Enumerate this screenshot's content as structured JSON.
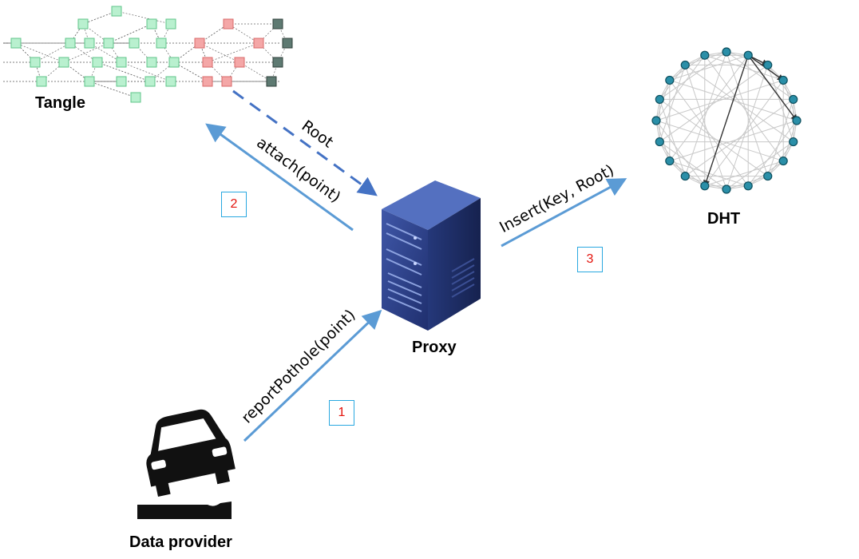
{
  "nodes": {
    "tangle": "Tangle",
    "dht": "DHT",
    "proxy": "Proxy",
    "data_provider": "Data provider"
  },
  "edges": {
    "root": "Root",
    "attach": "attach(point)",
    "insert": "Insert(Key, Root)",
    "report": "reportPothole(point)"
  },
  "steps": {
    "one": "1",
    "two": "2",
    "three": "3"
  },
  "colors": {
    "arrow": "#5b9bd5",
    "dashed_arrow": "#4472c4",
    "step_border": "#29a8e0",
    "step_text": "#e3120b",
    "tangle_green": "#b9f0cf",
    "tangle_red": "#f4a7a7",
    "tangle_dark": "#5e7a72",
    "dht_node": "#2a8fa8"
  }
}
